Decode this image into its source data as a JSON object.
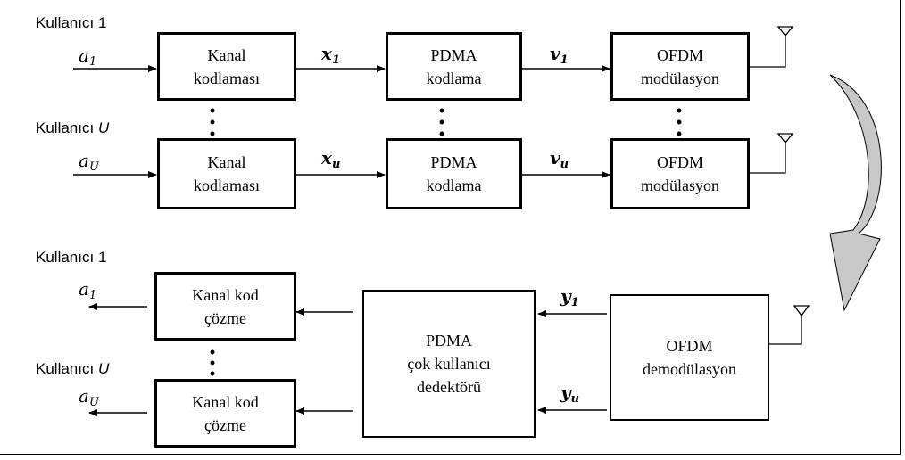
{
  "transmitter": {
    "user1_label": {
      "prefix": "Kullanıcı ",
      "suffix": "1"
    },
    "userU_label": {
      "prefix": "Kullanıcı ",
      "suffix": "U"
    },
    "rows": [
      {
        "input": {
          "base": "a",
          "sub": "1"
        },
        "channel_coding": {
          "line1": "Kanal",
          "line2": "kodlaması"
        },
        "x_signal": {
          "base": "x",
          "sub": "1"
        },
        "pdma": {
          "line1": "PDMA",
          "line2": "kodlama"
        },
        "v_signal": {
          "base": "v",
          "sub": "1"
        },
        "ofdm": {
          "line1": "OFDM",
          "line2": "modülasyon"
        }
      },
      {
        "input": {
          "base": "a",
          "sub": "U"
        },
        "channel_coding": {
          "line1": "Kanal",
          "line2": "kodlaması"
        },
        "x_signal": {
          "base": "x",
          "sub": "u"
        },
        "pdma": {
          "line1": "PDMA",
          "line2": "kodlama"
        },
        "v_signal": {
          "base": "v",
          "sub": "u"
        },
        "ofdm": {
          "line1": "OFDM",
          "line2": "modülasyon"
        }
      }
    ]
  },
  "receiver": {
    "user1_label": {
      "prefix": "Kullanıcı ",
      "suffix": "1"
    },
    "userU_label": {
      "prefix": "Kullanıcı ",
      "suffix": "U"
    },
    "decoders": [
      {
        "line1": "Kanal kod",
        "line2": "çözme",
        "output": {
          "base": "a",
          "sub": "1"
        }
      },
      {
        "line1": "Kanal kod",
        "line2": "çözme",
        "output": {
          "base": "a",
          "sub": "U"
        }
      }
    ],
    "pdma_detector": {
      "line1": "PDMA",
      "line2": "çok kullanıcı",
      "line3": "dedektörü"
    },
    "y_signals": [
      {
        "base": "y",
        "sub": "1"
      },
      {
        "base": "y",
        "sub": "u"
      }
    ],
    "ofdm_demod": {
      "line1": "OFDM",
      "line2": "demodülasyon"
    }
  },
  "colors": {
    "arrow_fill": "#c8c8c8",
    "line": "#000000"
  }
}
